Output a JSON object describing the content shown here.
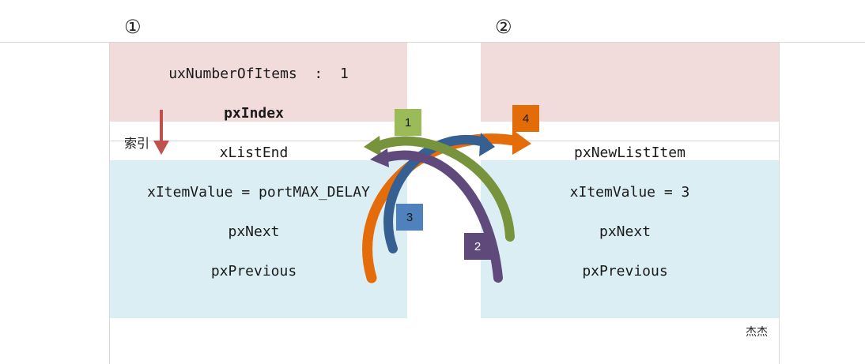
{
  "labels": {
    "list_number": "①",
    "new_item_number": "②",
    "index_label": "索引",
    "watermark": "杰杰"
  },
  "list_node": {
    "count_field": "uxNumberOfItems  :  1",
    "index_field": "pxIndex",
    "end_field": "xListEnd",
    "item_value": "xItemValue = portMAX_DELAY",
    "next": "pxNext",
    "previous": "pxPrevious"
  },
  "new_item_node": {
    "name": "pxNewListItem",
    "item_value": "xItemValue = 3",
    "next": "pxNext",
    "previous": "pxPrevious"
  },
  "steps": [
    {
      "label": "1",
      "color": "#9bbb59"
    },
    {
      "label": "2",
      "color": "#5f497a"
    },
    {
      "label": "3",
      "color": "#4f81bd"
    },
    {
      "label": "4",
      "color": "#e36c09"
    }
  ],
  "colors": {
    "pink": "#f2dcdb",
    "blue": "#dbeef3",
    "green_arrow": "#77933c",
    "purple_arrow": "#604a7b",
    "blue_arrow": "#376092",
    "orange_arrow": "#e46c0a",
    "index_arrow": "#c0504d"
  }
}
